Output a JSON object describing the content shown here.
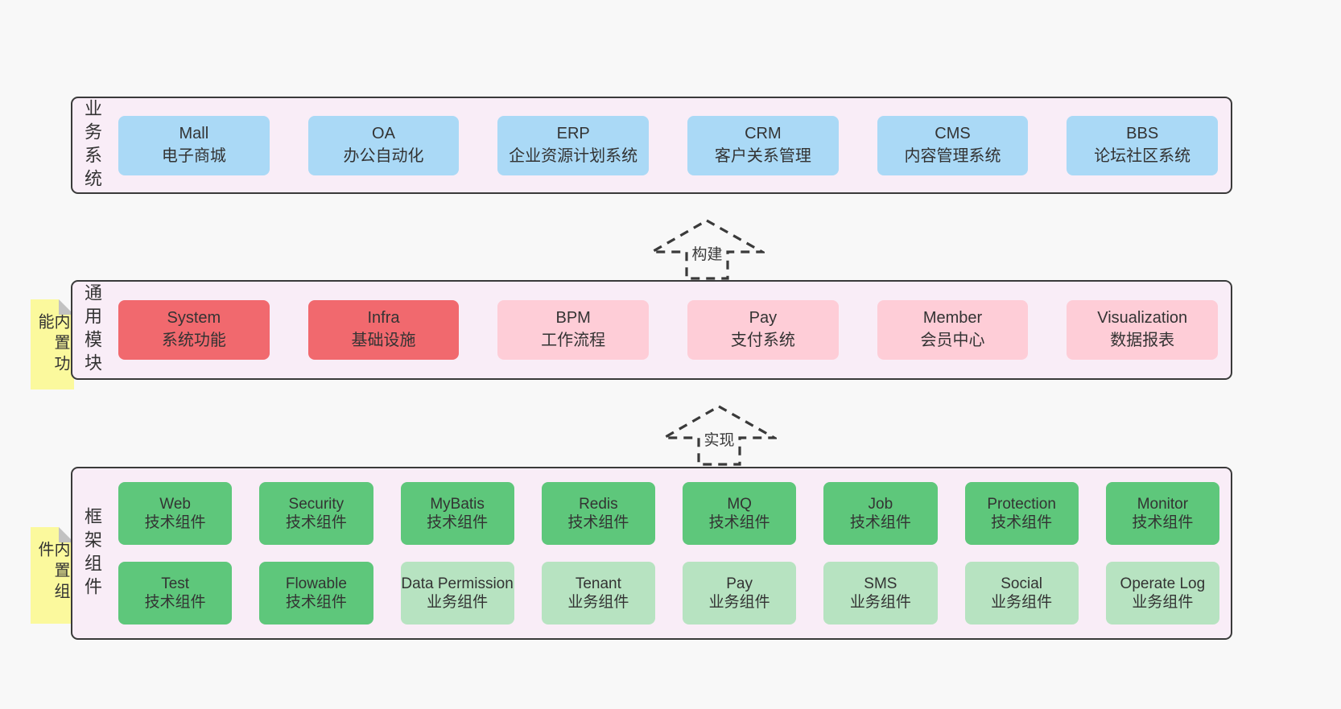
{
  "layers": {
    "business": {
      "label": "业务系统",
      "boxes": [
        {
          "name": "Mall",
          "desc": "电子商城",
          "variant": "blue"
        },
        {
          "name": "OA",
          "desc": "办公自动化",
          "variant": "blue"
        },
        {
          "name": "ERP",
          "desc": "企业资源计划系统",
          "variant": "blue"
        },
        {
          "name": "CRM",
          "desc": "客户关系管理",
          "variant": "blue"
        },
        {
          "name": "CMS",
          "desc": "内容管理系统",
          "variant": "blue"
        },
        {
          "name": "BBS",
          "desc": "论坛社区系统",
          "variant": "blue"
        }
      ]
    },
    "modules": {
      "sticky": "内置功能",
      "label": "通用模块",
      "boxes": [
        {
          "name": "System",
          "desc": "系统功能",
          "variant": "red"
        },
        {
          "name": "Infra",
          "desc": "基础设施",
          "variant": "red"
        },
        {
          "name": "BPM",
          "desc": "工作流程",
          "variant": "pink"
        },
        {
          "name": "Pay",
          "desc": "支付系统",
          "variant": "pink"
        },
        {
          "name": "Member",
          "desc": "会员中心",
          "variant": "pink"
        },
        {
          "name": "Visualization",
          "desc": "数据报表",
          "variant": "pink"
        }
      ]
    },
    "components": {
      "sticky": "内置组件",
      "label": "框架组件",
      "rows": [
        [
          {
            "name": "Web",
            "desc": "技术组件",
            "variant": "green"
          },
          {
            "name": "Security",
            "desc": "技术组件",
            "variant": "green"
          },
          {
            "name": "MyBatis",
            "desc": "技术组件",
            "variant": "green"
          },
          {
            "name": "Redis",
            "desc": "技术组件",
            "variant": "green"
          },
          {
            "name": "MQ",
            "desc": "技术组件",
            "variant": "green"
          },
          {
            "name": "Job",
            "desc": "技术组件",
            "variant": "green"
          },
          {
            "name": "Protection",
            "desc": "技术组件",
            "variant": "green"
          },
          {
            "name": "Monitor",
            "desc": "技术组件",
            "variant": "green"
          }
        ],
        [
          {
            "name": "Test",
            "desc": "技术组件",
            "variant": "green"
          },
          {
            "name": "Flowable",
            "desc": "技术组件",
            "variant": "green"
          },
          {
            "name": "Data Permission",
            "desc": "业务组件",
            "variant": "lightgreen"
          },
          {
            "name": "Tenant",
            "desc": "业务组件",
            "variant": "lightgreen"
          },
          {
            "name": "Pay",
            "desc": "业务组件",
            "variant": "lightgreen"
          },
          {
            "name": "SMS",
            "desc": "业务组件",
            "variant": "lightgreen"
          },
          {
            "name": "Social",
            "desc": "业务组件",
            "variant": "lightgreen"
          },
          {
            "name": "Operate Log",
            "desc": "业务组件",
            "variant": "lightgreen"
          }
        ]
      ]
    }
  },
  "arrows": {
    "build": {
      "label": "构建"
    },
    "implement": {
      "label": "实现"
    }
  },
  "colors": {
    "page_bg": "#f8f8f8",
    "layer_bg": "#f9edf7",
    "layer_border": "#3a3a3a",
    "blue": "#aad9f6",
    "red": "#f1696e",
    "pink": "#fecdd7",
    "green": "#5ec77b",
    "lightgreen": "#b7e3c1",
    "sticky_yellow": "#fbf99d",
    "text": "#333333"
  }
}
